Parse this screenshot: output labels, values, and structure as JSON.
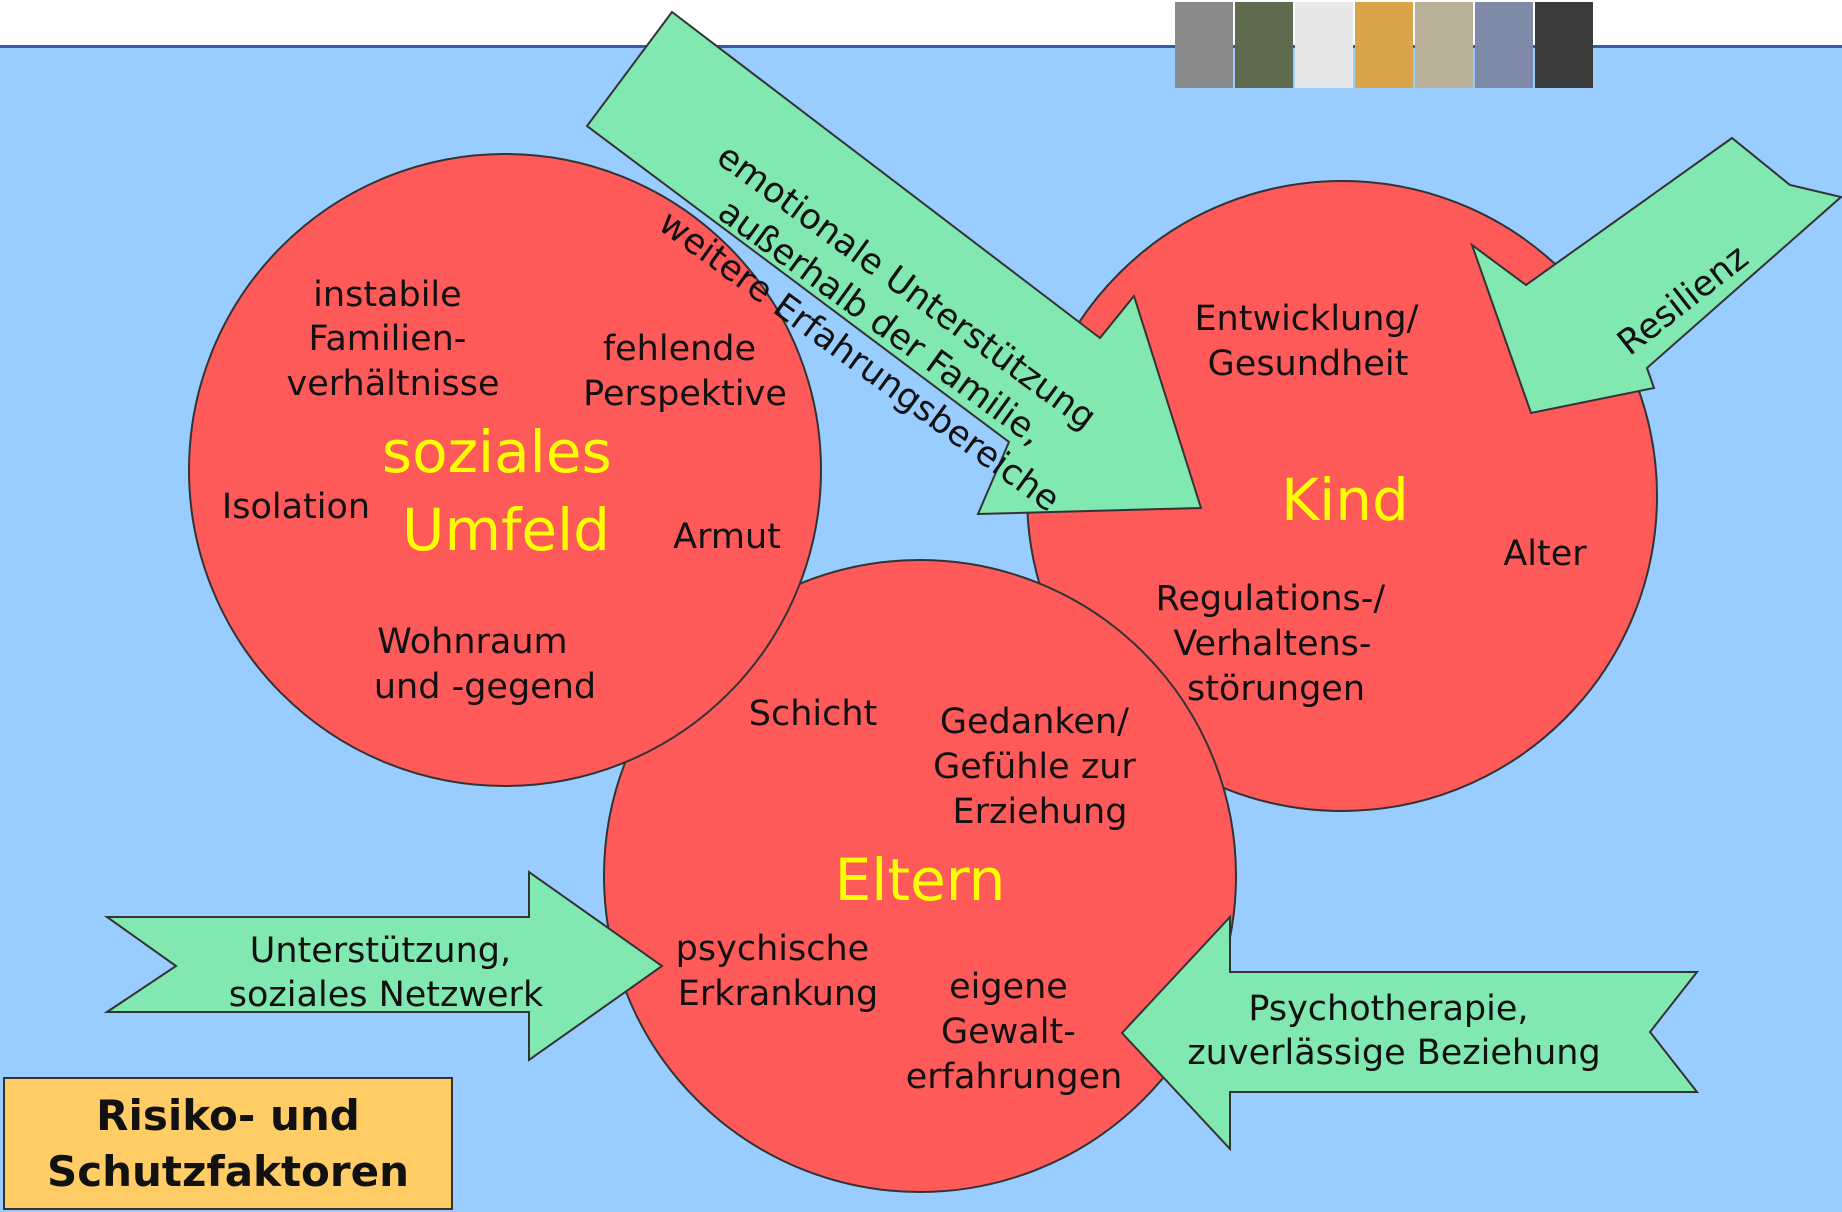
{
  "colors": {
    "background": "#99ccff",
    "header_line": "#3a5aa8",
    "circle_fill": "#ff5a5a",
    "arrow_fill": "#80e8b0",
    "circle_title": "#ffff00",
    "title_box": "#ffcc66"
  },
  "header": {
    "photos": [
      {
        "icon": "hands-photo-icon",
        "color": "#8a8a8a"
      },
      {
        "icon": "parent-child-photo-icon",
        "color": "#5f6b4f"
      },
      {
        "icon": "stick-figures-photo-icon",
        "color": "#e8e8e8"
      },
      {
        "icon": "teddy-bear-photo-icon",
        "color": "#d9a44a"
      },
      {
        "icon": "documents-photo-icon",
        "color": "#b9b09a"
      },
      {
        "icon": "paragraph-photo-icon",
        "color": "#7e8aa8"
      },
      {
        "icon": "handcuffs-photo-icon",
        "color": "#3b3b3b"
      }
    ]
  },
  "circles": {
    "umfeld": {
      "title": [
        "soziales",
        "Umfeld"
      ],
      "instabile": [
        "instabile",
        "Familien-",
        "verhältnisse"
      ],
      "perspektive": [
        "fehlende",
        "Perspektive"
      ],
      "isolation": "Isolation",
      "armut": "Armut",
      "wohnraum": [
        "Wohnraum",
        "und -gegend"
      ]
    },
    "kind": {
      "title": "Kind",
      "entwicklung": [
        "Entwicklung/",
        "Gesundheit"
      ],
      "alter": "Alter",
      "regulation": [
        "Regulations-/",
        "Verhaltens-",
        "störungen"
      ]
    },
    "eltern": {
      "title": "Eltern",
      "schicht": "Schicht",
      "gedanken": [
        "Gedanken/",
        "Gefühle zur",
        "Erziehung"
      ],
      "psychische": [
        "psychische",
        "Erkrankung"
      ],
      "gewalt": [
        "eigene",
        "Gewalt-",
        "erfahrungen"
      ]
    }
  },
  "arrows": {
    "emotional": [
      "emotionale Unterstützung",
      "außerhalb der Familie,",
      "weitere Erfahrungsbereiche"
    ],
    "resilienz": "Resilienz",
    "netzwerk": [
      "Unterstützung,",
      "soziales Netzwerk"
    ],
    "therapie": [
      "Psychotherapie,",
      "zuverlässige Beziehung"
    ]
  },
  "title": [
    "Risiko- und",
    "Schutzfaktoren"
  ]
}
